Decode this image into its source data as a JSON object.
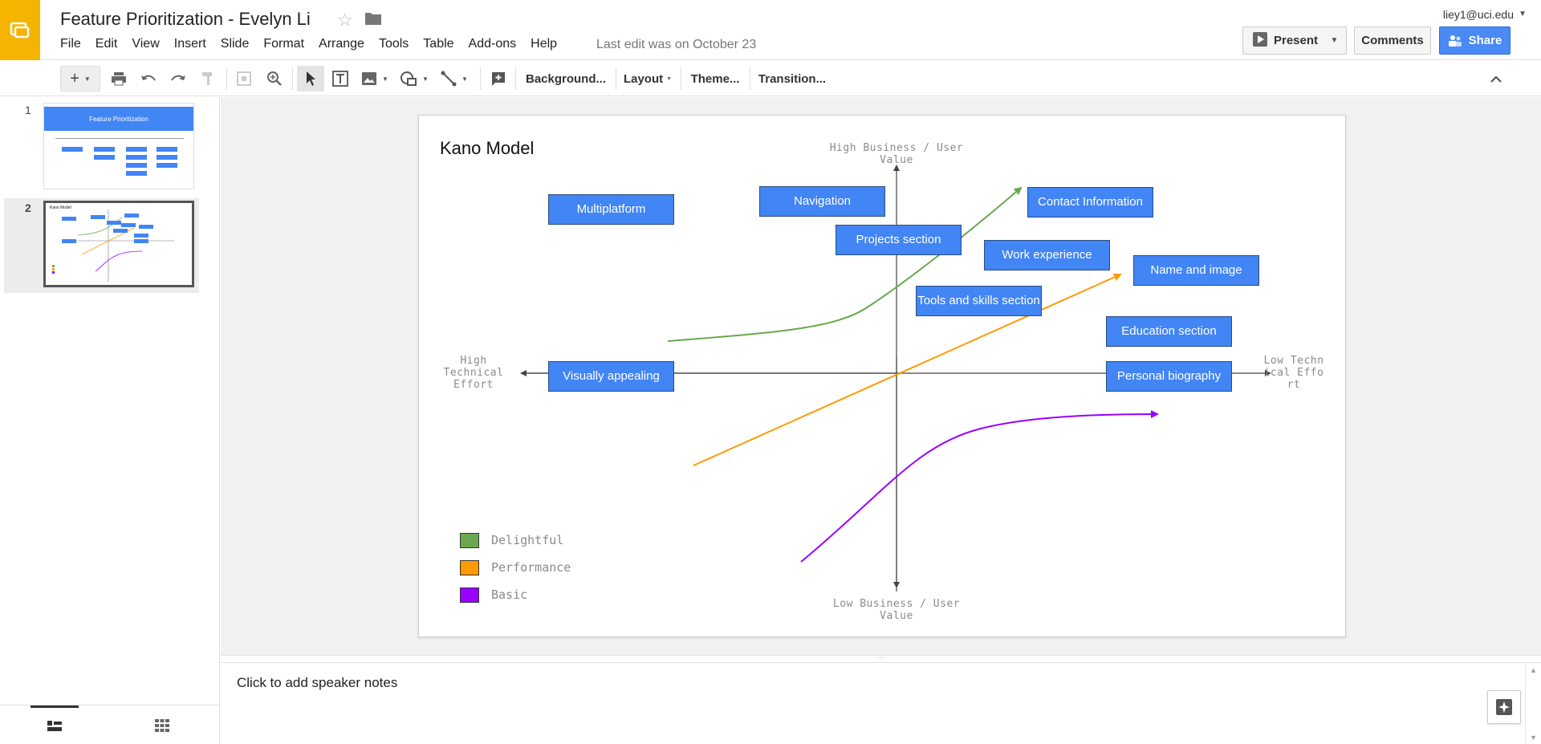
{
  "header": {
    "title": "Feature Prioritization - Evelyn Li",
    "last_edit": "Last edit was on October 23",
    "user_email": "liey1@uci.edu",
    "present_label": "Present",
    "comments_label": "Comments",
    "share_label": "Share"
  },
  "menu": [
    "File",
    "Edit",
    "View",
    "Insert",
    "Slide",
    "Format",
    "Arrange",
    "Tools",
    "Table",
    "Add-ons",
    "Help"
  ],
  "toolbar": {
    "background_label": "Background...",
    "layout_label": "Layout",
    "theme_label": "Theme...",
    "transition_label": "Transition..."
  },
  "filmstrip": {
    "slides": [
      {
        "number": "1",
        "title": "Feature Prioritization"
      },
      {
        "number": "2",
        "title": "Kano Model"
      }
    ]
  },
  "slide": {
    "title": "Kano Model",
    "axis_top": "High Business / User Value",
    "axis_bottom": "Low Business / User Value",
    "axis_left": "High Technical Effort",
    "axis_right": "Low Technical Effort",
    "features": [
      {
        "label": "Multiplatform"
      },
      {
        "label": "Navigation"
      },
      {
        "label": "Contact Information"
      },
      {
        "label": "Projects section"
      },
      {
        "label": "Work experience"
      },
      {
        "label": "Name and image"
      },
      {
        "label": "Tools and skills section"
      },
      {
        "label": "Education section"
      },
      {
        "label": "Visually appealing"
      },
      {
        "label": "Personal biography"
      }
    ],
    "legend": [
      {
        "label": "Delightful",
        "color": "#6aa84f"
      },
      {
        "label": "Performance",
        "color": "#ff9900"
      },
      {
        "label": "Basic",
        "color": "#9900ff"
      }
    ]
  },
  "notes": {
    "placeholder": "Click to add speaker notes"
  }
}
